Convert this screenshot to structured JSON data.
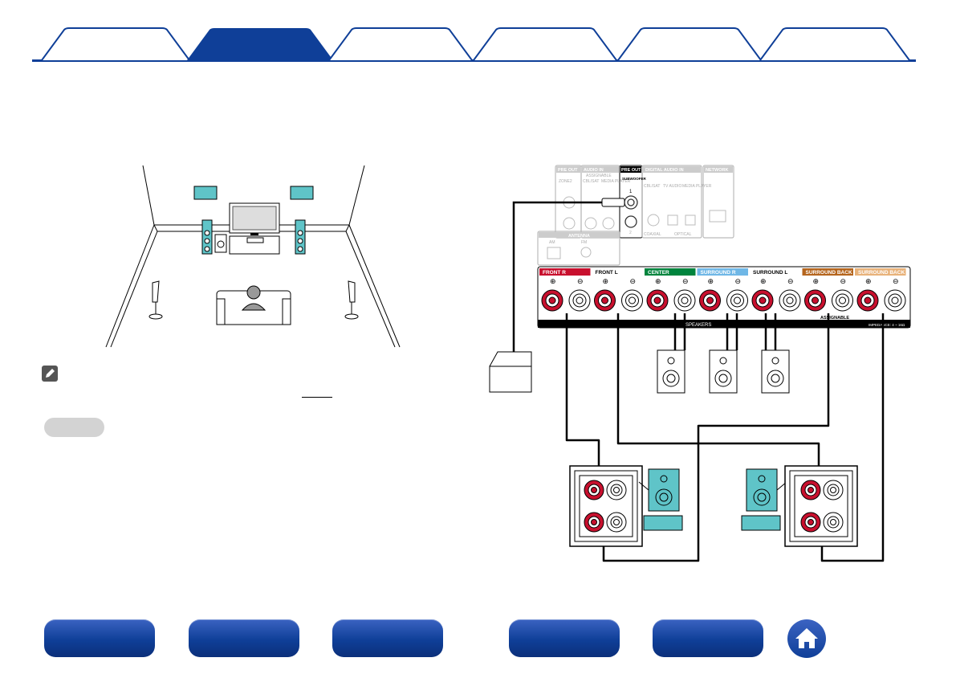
{
  "page": {
    "number": ""
  },
  "tabs": [
    {
      "label": ""
    },
    {
      "label": ""
    },
    {
      "label": ""
    },
    {
      "label": ""
    },
    {
      "label": ""
    },
    {
      "label": ""
    }
  ],
  "room_figure": {},
  "rear_panel": {
    "pre_out": "PRE OUT",
    "audio_in": "AUDIO IN",
    "assignable_small": "ASSIGNABLE",
    "zone2": "ZONE2",
    "cbl_sat": "CBL/SAT",
    "media_player": "MEDIA PLAYER",
    "subwoofer_pre_out": "PRE OUT",
    "subwoofer": "SUBWOOFER",
    "digital_audio_in": "DIGITAL AUDIO IN",
    "tv_audio": "TV AUDIO",
    "coaxial": "COAXIAL",
    "optical": "OPTICAL",
    "network": "NETWORK",
    "antenna": "ANTENNA",
    "am": "AM",
    "fm": "FM",
    "num1": "1",
    "num2": "2",
    "speakers": "SPEAKERS",
    "assignable": "ASSIGNABLE",
    "impedance": "IMPEDANCE: 4 ~ 16Ω"
  },
  "speaker_channels": [
    {
      "label": "FRONT R",
      "color": "#c8102e"
    },
    {
      "label": "FRONT L",
      "color": "#ffffff"
    },
    {
      "label": "CENTER",
      "color": "#00843d"
    },
    {
      "label": "SURROUND R",
      "color": "#6fb7e6"
    },
    {
      "label": "SURROUND L",
      "color": "#ffffff"
    },
    {
      "label": "SURROUND BACK R",
      "color": "#b5651d"
    },
    {
      "label": "SURROUND BACK L",
      "color": "#e8b27a"
    }
  ],
  "colors": {
    "tab_active": "#0f3f98",
    "tab_border": "#0f3f98",
    "speaker_accent": "#5fc4c8",
    "terminal_red": "#c8102e"
  },
  "nav_buttons": [
    {
      "label": ""
    },
    {
      "label": ""
    },
    {
      "label": ""
    },
    {
      "label": ""
    },
    {
      "label": ""
    }
  ],
  "home": {
    "icon": "home-icon"
  }
}
